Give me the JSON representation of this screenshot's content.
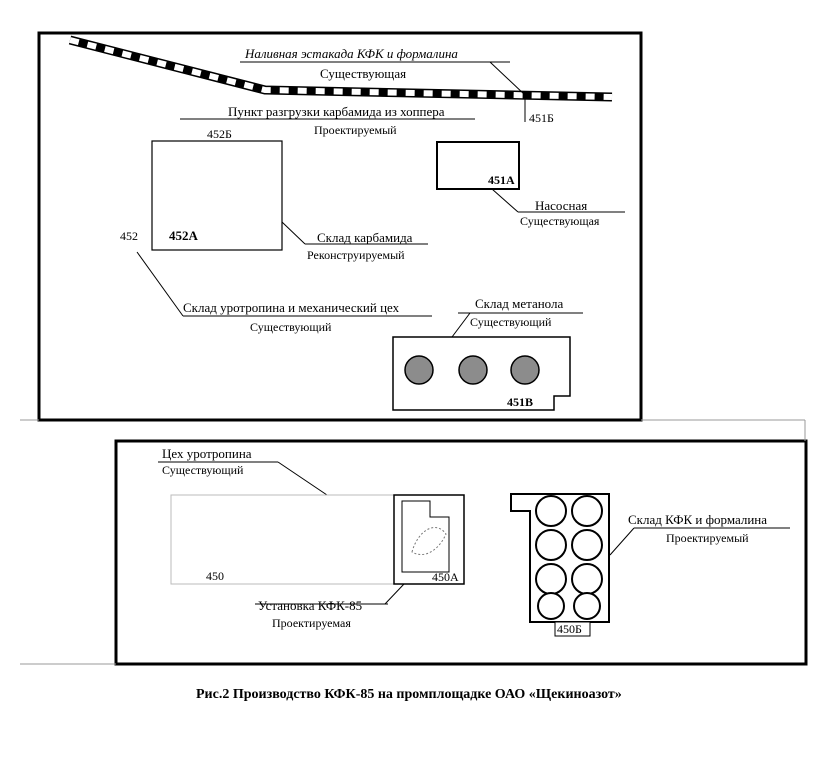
{
  "top_plan": {
    "rail_label_1": "Наливная эстакада КФК и формалина",
    "rail_label_2": "Существующая",
    "rail_number": "451Б",
    "unload_label_1": "Пункт разгрузки карбамида из хоппера",
    "unload_label_2": "Проектируемый",
    "unload_number": "452Б",
    "warehouse_number": "452А",
    "warehouse_label_1": "Склад карбамида",
    "warehouse_label_2": "Реконструируемый",
    "pump_number": "451А",
    "pump_label_1": "Насосная",
    "pump_label_2": "Существующая",
    "urotropin_number": "452",
    "urotropin_label_1": "Склад уротропина и механический цех",
    "urotropin_label_2": "Существующий",
    "methanol_label_1": "Склад метанола",
    "methanol_label_2": "Существующий",
    "methanol_number": "451В"
  },
  "bottom_plan": {
    "shop_label_1": "Цех уротропина",
    "shop_label_2": "Существующий",
    "shop_number": "450",
    "unit_number": "450А",
    "unit_label_1": "Установка КФК-85",
    "unit_label_2": "Проектируемая",
    "storage_number": "450Б",
    "storage_label_1": "Склад КФК и формалина",
    "storage_label_2": "Проектируемый"
  },
  "caption": "Рис.2 Производство КФК-85 на промплощадке ОАО «Щекиноазот»"
}
